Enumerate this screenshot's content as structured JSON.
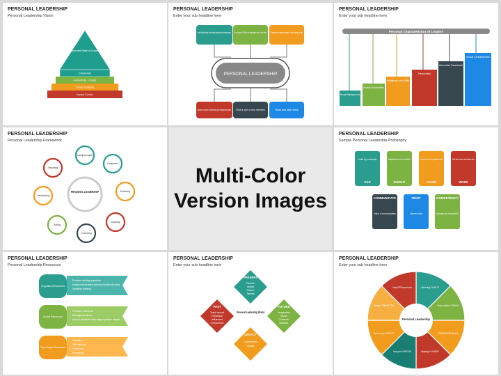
{
  "center": {
    "line1": "Multi-Color",
    "line2": "Version Images"
  },
  "slides": {
    "s1": {
      "title": "PERSONAL LEADERSHIP",
      "sub": "Personal Leadership Vision",
      "levels": [
        "Fundamental State of Leadership",
        "Collaborate",
        "Authenticity - Create",
        "Impact Compete",
        "Impact Control"
      ]
    },
    "s2": {
      "title": "PERSONAL LEADERSHIP",
      "sub": "Enter your sub headline here",
      "hub": "PERSONAL LEADERSHIP",
      "boxes": [
        "Personal Strategic Planning combines strategic planning and time management together",
        "Know where YOU fit in the organization and on your team",
        "Embrace improvement in all areas of life",
        "Become a student of leadership and management styles",
        "Find a one or two mentors",
        "Read and take notes"
      ]
    },
    "s3": {
      "title": "PERSONAL LEADERSHIP",
      "sub": "Enter your sub headline here",
      "header": "Personal Characteristics of Leaders",
      "cols": [
        "Social Background",
        "Physical Characteristics",
        "Intelligence and Ability",
        "Personality",
        "Work-related Characteristic",
        "Social Characteristic"
      ]
    },
    "s4": {
      "title": "PERSONAL LEADERSHIP",
      "sub": "Personal Leadership Framework",
      "hub": "PERSONAL LEADERSHIP",
      "nodes": [
        "Holding Accountable",
        "Empower",
        "Enabling",
        "Inspiring",
        "Coaching",
        "Acting",
        "Developing",
        "Visioning"
      ]
    },
    "s5": {
      "title": "PERSONAL LEADERSHIP",
      "sub": "Sample Personal Leadership Philosophy",
      "top": [
        "Lead by example",
        "Anticipate future needs and problems",
        "Learn from experiences",
        "Work hard to achieve and motivate others"
      ],
      "keys": [
        "OAD",
        "INSIGHT",
        "LEARN",
        "WORK"
      ],
      "bottom_keys": [
        "COMMUNICATE",
        "TRUST",
        "COMPETENCY"
      ],
      "bottom": [
        "Value Communication",
        "Never trust",
        "Always be respectful"
      ]
    },
    "s6": {
      "title": "PERSONAL LEADERSHIP",
      "sub": "Personal Leadership Resources",
      "rows": [
        {
          "name": "Cognitive Resources",
          "items": [
            "Problem solving expertise",
            "Knowledge of school and classroom practices that directly affect student learning",
            "Systems thinking"
          ]
        },
        {
          "name": "Social Resources",
          "items": [
            "Perceive emotions",
            "Manage emotions",
            "Act in emotionally appropriate ways"
          ]
        },
        {
          "name": "Psychological Resources",
          "items": [
            "Optimism",
            "Self-efficacy",
            "Resilience",
            "Proactivity"
          ]
        }
      ]
    },
    "s7": {
      "title": "PERSONAL LEADERSHIP",
      "sub": "Enter your sub headline here",
      "hub": "Personal Leadership Brand",
      "diamonds": [
        {
          "name": "PRESENT",
          "items": [
            "Passion",
            "Values",
            "Career",
            "Talents"
          ]
        },
        {
          "name": "PAST",
          "items": [
            "Track record",
            "Feedback",
            "Influences",
            "Conscience"
          ]
        },
        {
          "name": "FUTURE",
          "items": [
            "Imagination",
            "Vision",
            "Character",
            "Balance"
          ]
        },
        {
          "name": "LEGACY",
          "items": [
            "Contribution",
            "Impact"
          ]
        }
      ]
    },
    "s8": {
      "title": "PERSONAL LEADERSHIP",
      "sub": "Enter your sub headline here",
      "hub": "Personal Leadership",
      "segments": [
        "Achieving CLARITY",
        "Being a mindset of COURAGE",
        "COMMUNICATING Effectively",
        "Adapting to CHANGE",
        "Having your COMPASSION",
        "Discovering your CREATIVITY",
        "Being COMMITTED",
        "Developing CURIOSITY about yourself and others"
      ]
    }
  },
  "colors": {
    "teal": "#2a9d8f",
    "green": "#7cb342",
    "orange": "#f29c1f",
    "red": "#c0392b",
    "navy": "#37474f",
    "blue": "#1e88e5"
  }
}
